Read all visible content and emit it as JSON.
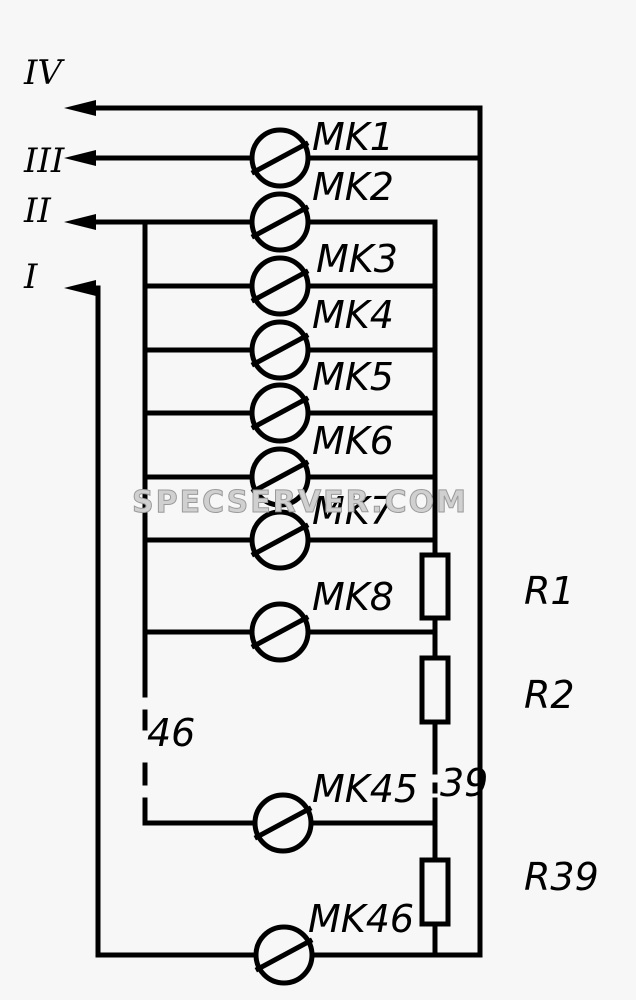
{
  "buses": [
    "IV",
    "III",
    "II",
    "I"
  ],
  "lamps": [
    "MK1",
    "MK2",
    "MK3",
    "MK4",
    "MK5",
    "MK6",
    "MK7",
    "MK8",
    "MK45",
    "MK46"
  ],
  "resistors": [
    "R1",
    "R2",
    "R39"
  ],
  "break_labels": {
    "left": "46",
    "right": "39"
  },
  "watermark": "SPECSERVER.COM"
}
